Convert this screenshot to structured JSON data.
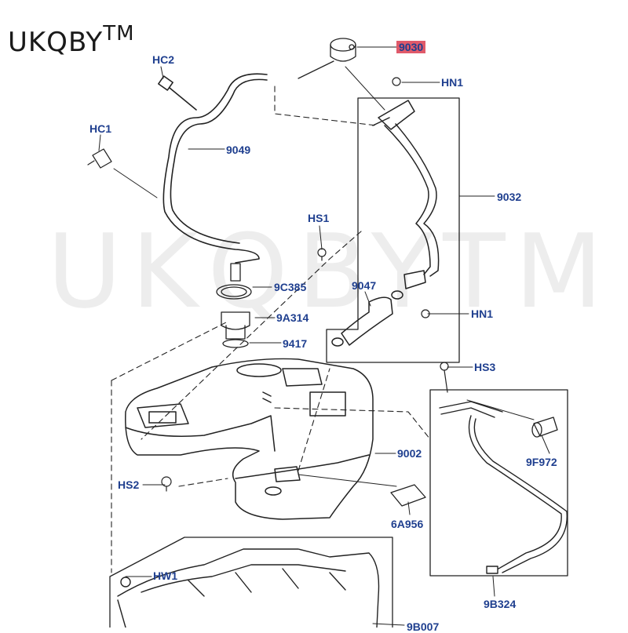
{
  "brand": {
    "name": "UKQBY",
    "mark": "TM"
  },
  "watermark": {
    "text": "UKQBYTM"
  },
  "colors": {
    "label": "#1f3f8f",
    "highlight": "#e05a6a",
    "line": "#222222"
  },
  "callouts": [
    {
      "id": "9030",
      "text": "9030",
      "highlighted": true
    },
    {
      "id": "hn1-top",
      "text": "HN1"
    },
    {
      "id": "hc2",
      "text": "HC2"
    },
    {
      "id": "hc1",
      "text": "HC1"
    },
    {
      "id": "9049",
      "text": "9049"
    },
    {
      "id": "9032",
      "text": "9032"
    },
    {
      "id": "hs1",
      "text": "HS1"
    },
    {
      "id": "9c385",
      "text": "9C385"
    },
    {
      "id": "9047",
      "text": "9047"
    },
    {
      "id": "hn1-bottom",
      "text": "HN1"
    },
    {
      "id": "9a314",
      "text": "9A314"
    },
    {
      "id": "9417",
      "text": "9417"
    },
    {
      "id": "hs3",
      "text": "HS3"
    },
    {
      "id": "9002",
      "text": "9002"
    },
    {
      "id": "9f972",
      "text": "9F972"
    },
    {
      "id": "hs2",
      "text": "HS2"
    },
    {
      "id": "6a956",
      "text": "6A956"
    },
    {
      "id": "hw1",
      "text": "HW1"
    },
    {
      "id": "9b324",
      "text": "9B324"
    },
    {
      "id": "9b007",
      "text": "9B007"
    }
  ]
}
